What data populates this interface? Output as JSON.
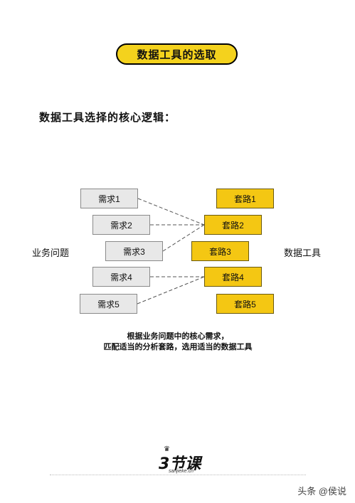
{
  "title": "数据工具的选取",
  "subtitle": "数据工具选择的核心逻辑：",
  "left_label": "业务问题",
  "right_label": "数据工具",
  "needs": [
    "需求1",
    "需求2",
    "需求3",
    "需求4",
    "需求5"
  ],
  "routes": [
    "套路1",
    "套路2",
    "套路3",
    "套路4",
    "套路5"
  ],
  "caption": {
    "line1": "根据业务问题中的核心需求，",
    "line2": "匹配适当的分析套路，选用适当的数据工具"
  },
  "logo": {
    "main": "3节课",
    "sub": "sanjieke.cn"
  },
  "watermark": "头条 @侯说",
  "colors": {
    "accent_yellow": "#f4c713",
    "need_gray": "#e8e8e8"
  }
}
